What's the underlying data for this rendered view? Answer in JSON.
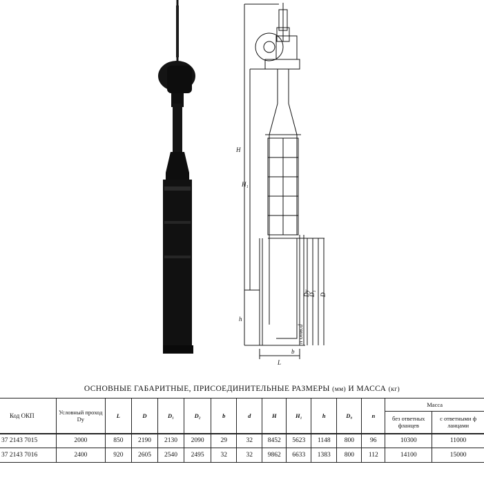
{
  "figure": {
    "dim_labels": {
      "H": "H",
      "H1": "H₁",
      "h": "h",
      "L": "L",
      "b": "b",
      "Du": "Dу",
      "D1": "D₁",
      "D": "D",
      "holes": "n отв.d"
    }
  },
  "caption": {
    "main": "ОСНОВНЫЕ ГАБАРИТНЫЕ, ПРИСОЕДИНИТЕЛЬНЫЕ  РАЗМЕРЫ",
    "unit_mm": "(мм)",
    "and_mass": "И МАССА",
    "unit_kg": "(кг)"
  },
  "table": {
    "headers": {
      "code": "Код ОКП",
      "dn": "Условный проход Dу",
      "L": "L",
      "D": "D",
      "D1": "D₁",
      "D2": "D₂",
      "b": "b",
      "d": "d",
      "H": "H",
      "H1": "H₁",
      "h": "h",
      "D0": "D₀",
      "n": "n",
      "mass": "Масса",
      "mass_without": "без ответных фланцев",
      "mass_with": "с ответными ф ланцами"
    },
    "rows": [
      {
        "code": "37 2143 7015",
        "dn": "2000",
        "L": "850",
        "D": "2190",
        "D1": "2130",
        "D2": "2090",
        "b": "29",
        "d": "32",
        "H": "8452",
        "H1": "5623",
        "h": "1148",
        "D0": "800",
        "n": "96",
        "m1": "10300",
        "m2": "11000"
      },
      {
        "code": "37 2143 7016",
        "dn": "2400",
        "L": "920",
        "D": "2605",
        "D1": "2540",
        "D2": "2495",
        "b": "32",
        "d": "32",
        "H": "9862",
        "H1": "6633",
        "h": "1383",
        "D0": "800",
        "n": "112",
        "m1": "14100",
        "m2": "15000"
      }
    ]
  }
}
